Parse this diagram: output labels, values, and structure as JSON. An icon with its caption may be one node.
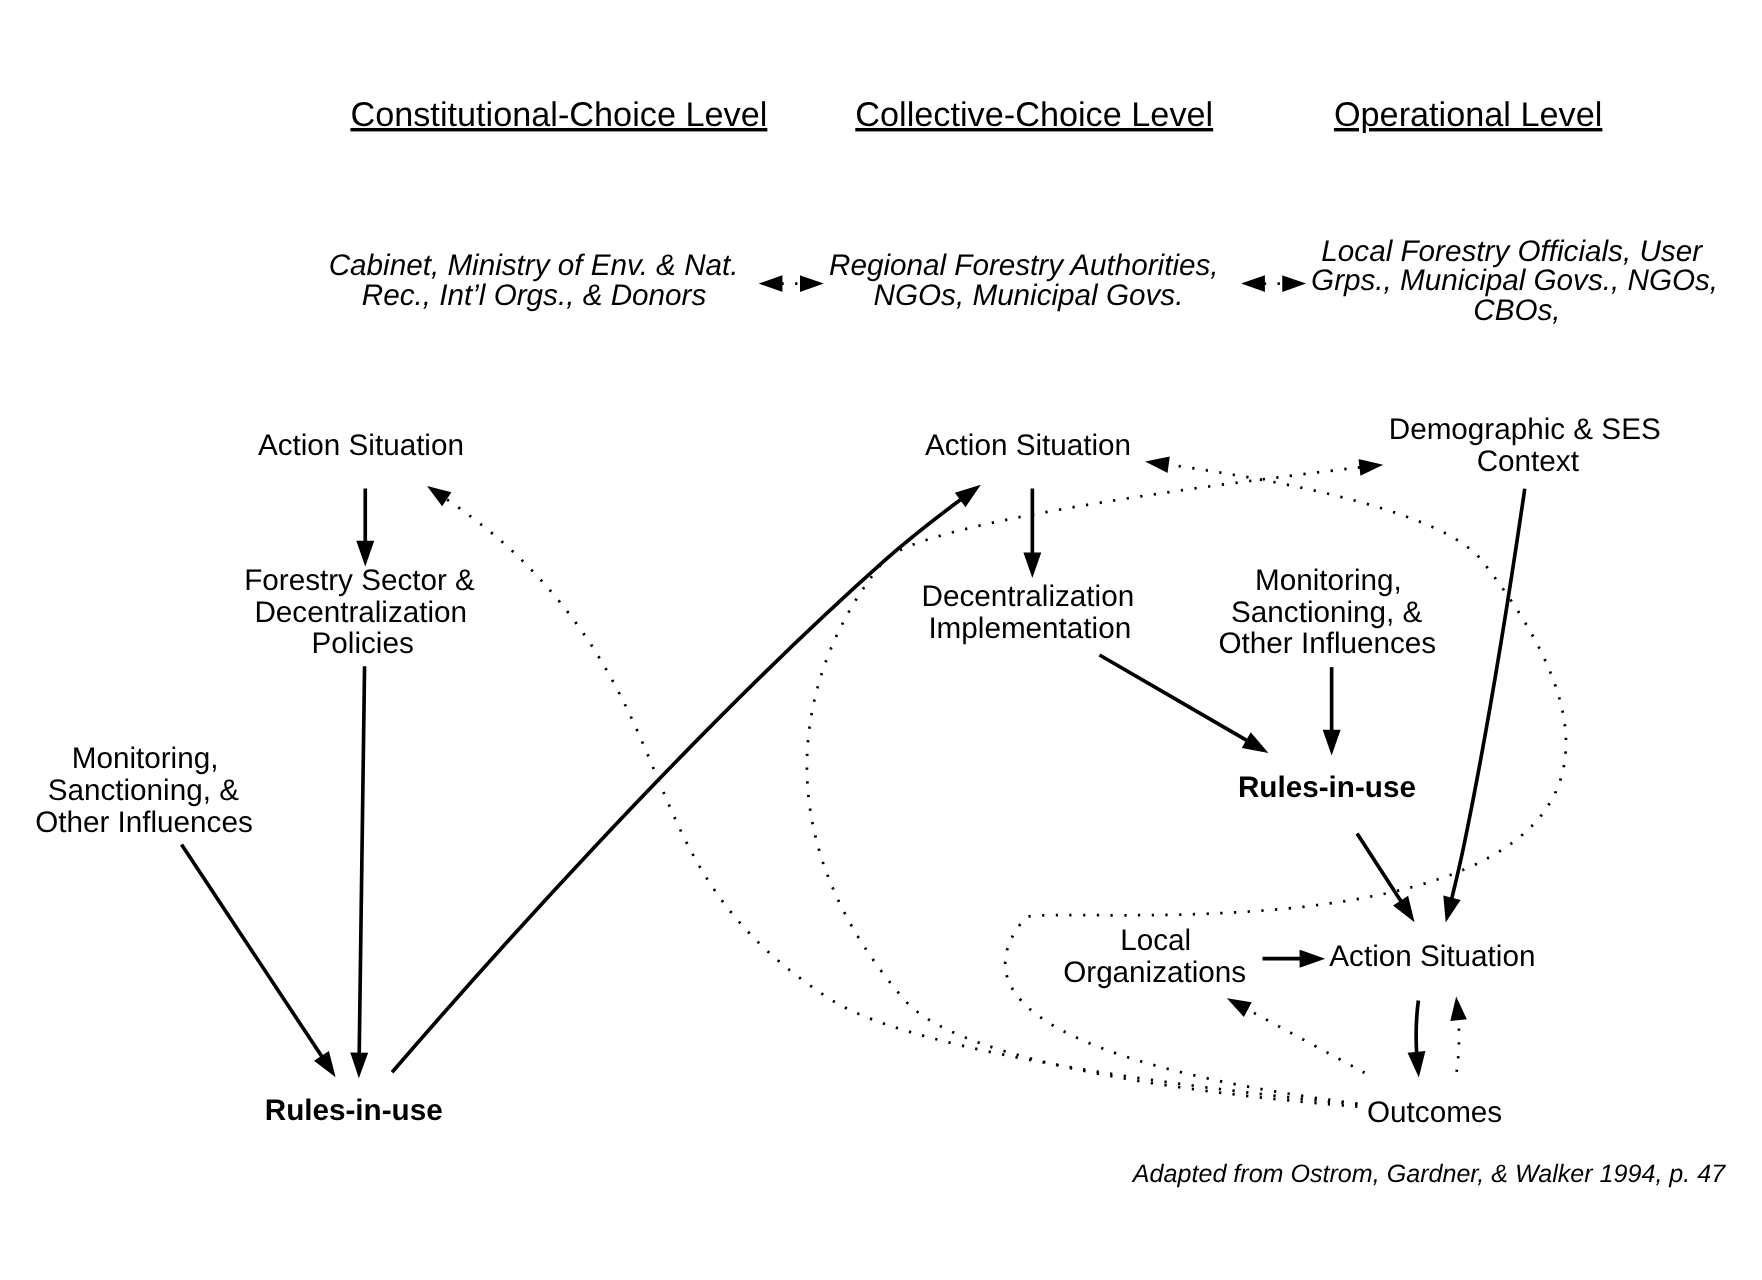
{
  "diagram": {
    "caption": "Adapted from Ostrom, Gardner, & Walker 1994, p. 47",
    "nodes": [
      {
        "text": [
          "Cabinet, Ministry of Env. & Nat. Rec., Int’l Orgs., & Donors"
        ]
      },
      {
        "text": [
          "Regional Forestry Authorities, NGOs, Municipal Govs."
        ]
      },
      {
        "text": [
          "Local Forestry Officials, User Grps., Municipal Govs., NGOs, CBOs,"
        ]
      },
      {
        "text": [
          "Action Situation"
        ]
      },
      {
        "text": [
          "Forestry Sector & Decentralization Policies"
        ]
      },
      {
        "text": [
          "Monitoring, Sanctioning, & Other Influences"
        ]
      },
      {
        "text": [
          "Rules-in-use"
        ]
      },
      {
        "text": [
          "Action Situation"
        ]
      },
      {
        "text": [
          "Decentralization Implementation"
        ]
      },
      {
        "text": [
          "Monitoring, Sanctioning, & Other Influences"
        ]
      },
      {
        "text": [
          "Rules-in-use"
        ]
      },
      {
        "text": [
          "Demographic & SES Context"
        ]
      },
      {
        "text": [
          "Local Organizations"
        ]
      },
      {
        "text": [
          "Action Situation"
        ]
      },
      {
        "text": [
          "Outcomes"
        ]
      }
    ],
    "edges": [
      {
        "from": 0,
        "to": 1,
        "arrow": "both",
        "style": "dashed"
      },
      {
        "from": 1,
        "to": 2,
        "arrow": "both",
        "style": "dashed"
      },
      {
        "from": 3,
        "to": 4,
        "arrow": "to"
      },
      {
        "from": 4,
        "to": 6,
        "arrow": "to"
      },
      {
        "from": 5,
        "to": 6,
        "arrow": "to"
      },
      {
        "from": 6,
        "to": 7,
        "arrow": "to"
      },
      {
        "from": 7,
        "to": 8,
        "arrow": "to"
      },
      {
        "from": 8,
        "to": 10,
        "arrow": "to"
      },
      {
        "from": 9,
        "to": 10,
        "arrow": "to"
      },
      {
        "from": 10,
        "to": 13,
        "arrow": "to"
      },
      {
        "from": 11,
        "to": 13,
        "arrow": "to"
      },
      {
        "from": 12,
        "to": 13,
        "arrow": "to"
      },
      {
        "from": 13,
        "to": 14,
        "arrow": "to"
      },
      {
        "from": 14,
        "to": 13,
        "arrow": "to",
        "style": "dashed"
      },
      {
        "from": 14,
        "to": 11,
        "arrow": "to",
        "style": "dashed"
      },
      {
        "from": 14,
        "to": 12,
        "arrow": "to",
        "style": "dashed"
      },
      {
        "from": 14,
        "to": 7,
        "arrow": "to",
        "style": "dashed"
      },
      {
        "from": 14,
        "to": 3,
        "arrow": "to",
        "style": "dashed"
      }
    ],
    "labels": [
      "Constitutional-Choice Level",
      "Collective-Choice Level",
      "Operational Level"
    ]
  }
}
